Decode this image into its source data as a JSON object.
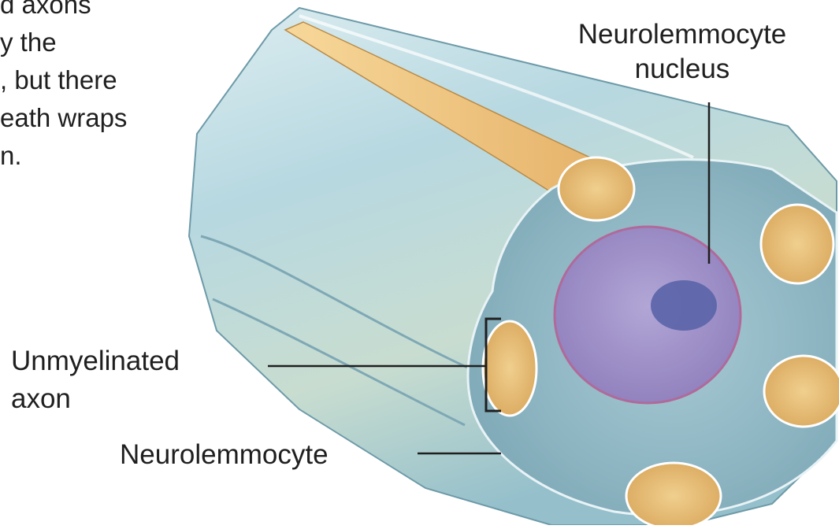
{
  "intro_text": [
    "d axons",
    "y the",
    ", but there",
    "eath wraps",
    "n."
  ],
  "labels": {
    "nucleus_line1": "Neurolemmocyte",
    "nucleus_line2": "nucleus",
    "unmyelinated_line1": "Unmyelinated",
    "unmyelinated_line2": "axon",
    "neurolemmocyte": "Neurolemmocyte"
  },
  "colors": {
    "sheath": "#a9cfd9",
    "sheath_highlight": "#dcedf0",
    "cross_section": "#8db5c2",
    "axon_fill": "#e8c07a",
    "nucleus": "#9c8cc4",
    "nucleus_border": "#b06a9a",
    "nucleolus": "#5a64a8",
    "leader_line": "#1f1f1f"
  }
}
